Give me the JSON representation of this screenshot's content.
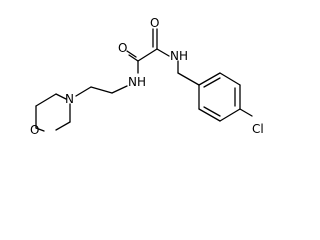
{
  "molecule": {
    "atoms": {
      "o_ring": "O",
      "n_morpholine": "N",
      "nh_left": "NH",
      "o_carbonyl_left": "O",
      "o_carbonyl_right": "O",
      "nh_right": "NH",
      "cl": "Cl"
    }
  }
}
